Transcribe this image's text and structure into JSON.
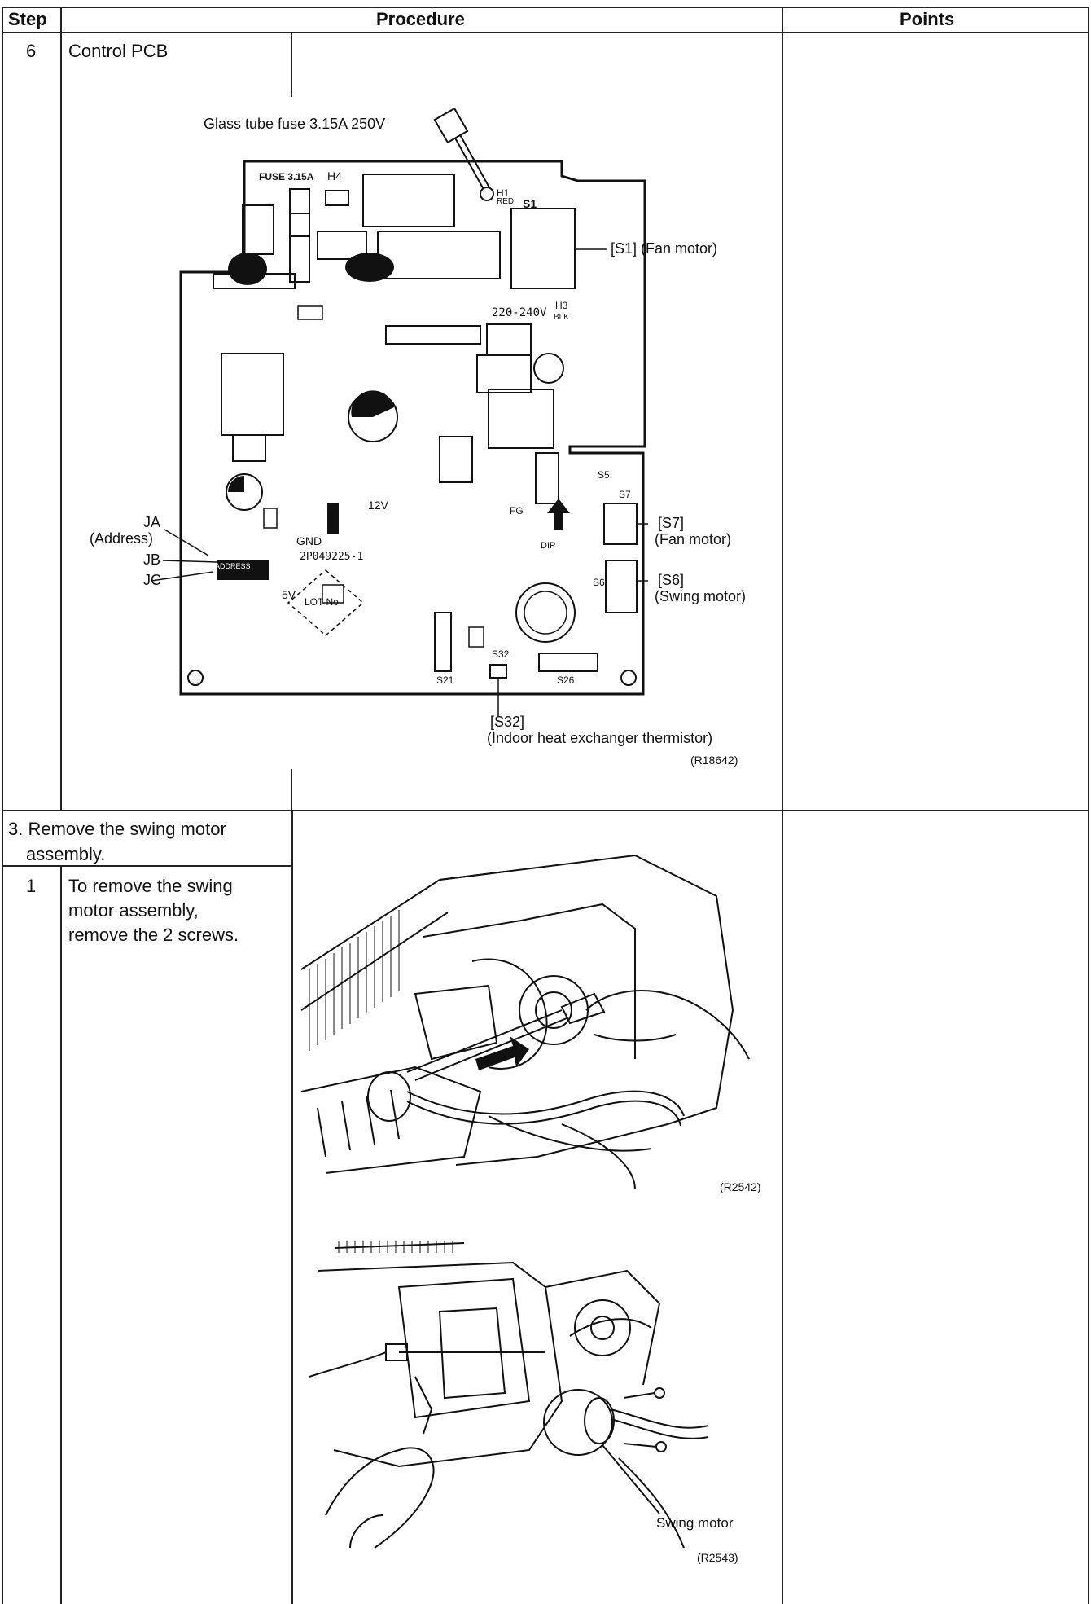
{
  "header": {
    "step": "Step",
    "procedure": "Procedure",
    "points": "Points"
  },
  "row1": {
    "step": "6",
    "title": "Control PCB",
    "callouts": {
      "fuse": "Glass tube fuse 3.15A 250V",
      "s1": "[S1] (Fan motor)",
      "ja": "JA",
      "ja_sub": "(Address)",
      "jb": "JB",
      "jc": "JC",
      "s7": "[S7]",
      "s7_sub": "(Fan motor)",
      "s6": "[S6]",
      "s6_sub": "(Swing motor)",
      "s32": "[S32]",
      "s32_sub": "(Indoor heat exchanger thermistor)"
    },
    "board_text": {
      "fuse": "FUSE 3.15A",
      "h4": "H4",
      "h1": "H1",
      "red": "RED",
      "s1": "S1",
      "voltage": "220-240V",
      "h3": "H3",
      "blk": "BLK",
      "s5": "S5",
      "s7": "S7",
      "s6": "S6",
      "s21": "S21",
      "s26": "S26",
      "s32": "S32",
      "v12": "12V",
      "gnd": "GND",
      "v5": "5V",
      "part": "2P049225-1",
      "lot": "LOT No.",
      "fg": "FG",
      "dip": "DIP",
      "address": "ADDRESS"
    },
    "figure_ref": "(R18642)"
  },
  "row2": {
    "section": "3.  Remove the swing motor",
    "section_cont": "assembly.",
    "step": "1",
    "instruction": [
      "To remove the swing",
      "motor assembly,",
      "remove the 2 screws."
    ],
    "figure1_ref": "(R2542)",
    "figure2_label": "Swing motor",
    "figure2_ref": "(R2543)"
  }
}
